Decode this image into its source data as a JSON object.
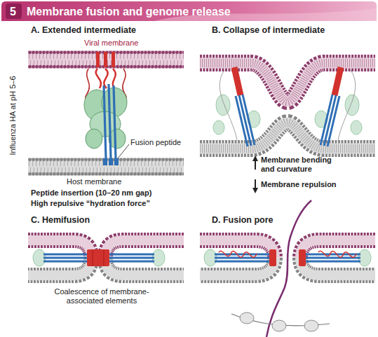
{
  "diagram": {
    "title": "Membrane fusion and genome release",
    "labels": [
      "5",
      "A. Extended intermediate",
      "Viral membrane",
      "Influenza HA at pH 5–6",
      "Fusion peptide",
      "Host membrane",
      "Peptide insertion (10–20 nm gap)",
      "High repulsive “hydration force”",
      "B. Collapse of intermediate",
      "Membrane bending and curvature",
      "Membrane repulsion",
      "C. Hemifusion",
      "Coalescence of membrane- associated elements",
      "D. Fusion pore"
    ]
  }
}
